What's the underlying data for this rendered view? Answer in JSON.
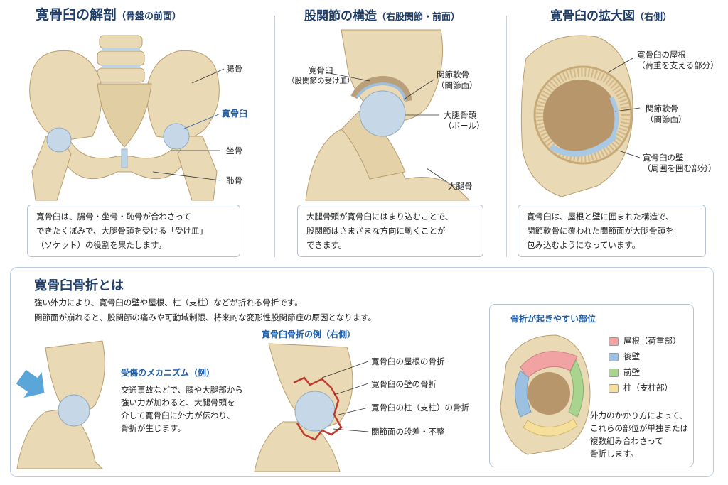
{
  "panel1": {
    "title": "寛骨臼の解剖",
    "subtitle": "（骨盤の前面）",
    "labels": [
      "腸骨",
      "寛骨臼",
      "坐骨",
      "恥骨"
    ],
    "description": [
      "寛骨臼は、腸骨・坐骨・恥骨が合わさって",
      "できたくぼみで、大腿骨頭を受ける「受け皿」",
      "（ソケット）の役割を果たします。"
    ]
  },
  "panel2": {
    "title": "股関節の構造",
    "subtitle": "（右股関節・前面）",
    "labels": [
      {
        "line1": "寛骨臼",
        "line2": "（股関節の受け皿）"
      },
      {
        "line1": "関節軟骨",
        "line2": "（関節面）"
      },
      {
        "line1": "大腿骨頭",
        "line2": "（ボール）"
      },
      {
        "line1": "大腿骨",
        "line2": ""
      }
    ],
    "description": [
      "大腿骨頭が寛骨臼にはまり込むことで、",
      "股関節はさまざまな方向に動くことが",
      "できます。"
    ]
  },
  "panel3": {
    "title": "寛骨臼の拡大図",
    "subtitle": "（右側）",
    "labels": [
      {
        "line1": "寛骨臼の屋根",
        "line2": "（荷重を支える部分）"
      },
      {
        "line1": "関節軟骨",
        "line2": "（関節面）"
      },
      {
        "line1": "寛骨臼の壁",
        "line2": "（周囲を囲む部分）"
      }
    ],
    "description": [
      "寛骨臼は、屋根と壁に囲まれた構造で、",
      "関節軟骨に覆われた関節面が大腿骨頭を",
      "包み込むようになっています。"
    ]
  },
  "fracture": {
    "title": "寛骨臼骨折とは",
    "intro": [
      "強い外力により、寛骨臼の壁や屋根、柱（支柱）などが折れる骨折です。",
      "関節面が崩れると、股関節の痛みや可動域制限、将来的な変形性股関節症の原因となります。"
    ],
    "mechanism": {
      "title": "受傷のメカニズム（例）",
      "text": [
        "交通事故などで、膝や大腿部から",
        "強い力が加わると、大腿骨頭を",
        "介して寛骨臼に外力が伝わり、",
        "骨折が生じます。"
      ]
    },
    "example": {
      "title": "寛骨臼骨折の例（右側）",
      "labels": [
        "寛骨臼の屋根の骨折",
        "寛骨臼の壁の骨折",
        "寛骨臼の柱（支柱）の骨折",
        "関節面の段差・不整"
      ]
    },
    "sites": {
      "title": "骨折が起きやすい部位",
      "legend": [
        {
          "label": "屋根（荷重部）",
          "color": "#f1a3a3"
        },
        {
          "label": "後壁",
          "color": "#9cc0e0"
        },
        {
          "label": "前壁",
          "color": "#a9d48f"
        },
        {
          "label": "柱（支柱部）",
          "color": "#f6df9a"
        }
      ],
      "note": [
        "外力のかかり方によって、",
        "これらの部位が単独または",
        "複数組み合わさって",
        "骨折します。"
      ]
    }
  },
  "colors": {
    "bone": "#ead9b5",
    "bone_dark": "#c9b084",
    "cartilage": "#bcd3e6",
    "title": "#1f3d66",
    "accent": "#1f5fa8",
    "fracture": "#c0392b",
    "border": "#b8cde3"
  }
}
